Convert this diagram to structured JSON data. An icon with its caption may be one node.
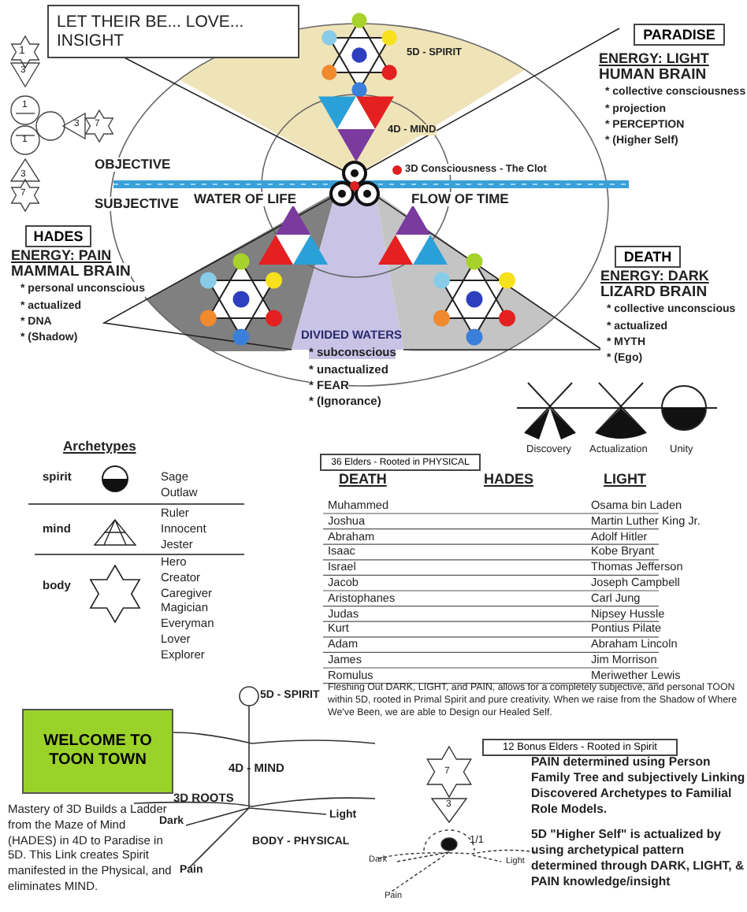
{
  "diagram": {
    "nodes": [
      {
        "text": [
          "LET THEIR BE... LOVE... INSIGHT"
        ]
      },
      {
        "text": [
          "PARADISE"
        ],
        "beside": [
          "ENERGY: LIGHT",
          "HUMAN BRAIN",
          "* collective consciousness",
          "* projection",
          "* PERCEPTION",
          "* (Higher Self)"
        ]
      },
      {
        "text": [
          "HADES"
        ],
        "beside": [
          "ENERGY: PAIN",
          "MAMMAL BRAIN",
          "* personal unconscious",
          "* actualized",
          "* DNA",
          "* (Shadow)"
        ]
      },
      {
        "text": [
          "DEATH"
        ],
        "beside": [
          "ENERGY: DARK",
          "LIZARD BRAIN",
          "* collective unconscious",
          "* actualized",
          "* MYTH",
          "* (Ego)"
        ]
      },
      {
        "text": [
          "36 Elders - Rooted in PHYSICAL"
        ]
      },
      {
        "text": [
          "WELCOME TO TOON TOWN"
        ]
      },
      {
        "text": [
          "12 Bonus Elders - Rooted in Spirit"
        ]
      }
    ],
    "labels": [
      "1",
      "3",
      "1",
      "1",
      "3",
      "7",
      "3",
      "7",
      "5D - SPIRIT",
      "4D - MIND",
      "OBJECTIVE",
      "3D Consciousness - The Clot",
      "SUBJECTIVE",
      "WATER OF LIFE",
      "FLOW OF TIME",
      "DIVIDED WATERS",
      "* subconscious",
      "* unactualized",
      "* FEAR",
      "* (Ignorance)",
      "Discovery",
      "Actualization",
      "Unity",
      "Archetypes",
      "spirit",
      "Sage",
      "Outlaw",
      "mind",
      "Ruler",
      "Innocent",
      "Jester",
      "body",
      "Hero",
      "Creator",
      "Caregiver",
      "Magician",
      "Everyman",
      "Lover",
      "Explorer",
      "DEATH",
      "HADES",
      "LIGHT",
      "Muhammed",
      "Osama bin Laden",
      "Joshua",
      "Martin Luther King Jr.",
      "Abraham",
      "Adolf Hitler",
      "Isaac",
      "Kobe Bryant",
      "Israel",
      "Thomas Jefferson",
      "Jacob",
      "Joseph Campbell",
      "Aristophanes",
      "Carl Jung",
      "Judas",
      "Nipsey Hussle",
      "Kurt",
      "Pontius Pilate",
      "Adam",
      "Abraham Lincoln",
      "James",
      "Jim Morrison",
      "Romulus",
      "Meriwether Lewis",
      "Fleshing Out DARK, LIGHT, and PAIN, allows for a completely subjective, and personal TOON within 5D, rooted in Primal Spirit and pure creativity. When we raise from the Shadow of Where We've Been, we are able to Design our Healed Self.",
      "5D - SPIRIT",
      "4D - MIND",
      "3D ROOTS",
      "Dark",
      "Light",
      "BODY - PHYSICAL",
      "Pain",
      "Mastery of 3D Builds a Ladder from the Maze of Mind (HADES) in 4D to Paradise in 5D. This Link creates Spirit manifested in the Physical, and eliminates MIND.",
      "7",
      "3",
      "1/1",
      "Dark",
      "Light",
      "Pain",
      "PAIN determined using Person Family Tree and subjectively Linking Discovered Archetypes to Familial Role Models.",
      "5D \"Higher Self\" is actualized by using archetypical pattern determined through DARK, LIGHT, & PAIN knowledge/insight"
    ]
  }
}
